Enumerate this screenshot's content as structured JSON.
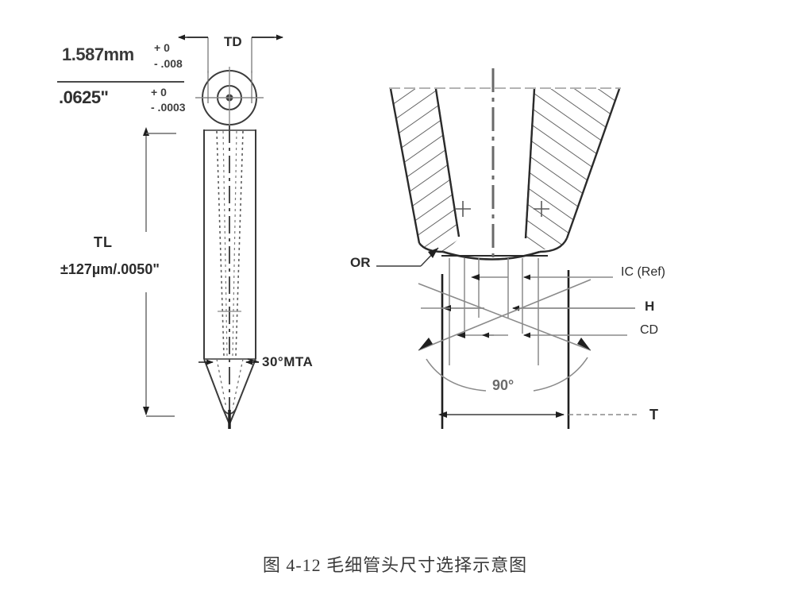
{
  "figure": {
    "caption": "图 4-12 毛细管头尺寸选择示意图",
    "title_id": "图 4-12",
    "colors": {
      "line": "#3b3b3b",
      "line_dark": "#1f1f1f",
      "hatch": "#4a4a4a",
      "faint": "#8a8a8a",
      "background": "#ffffff",
      "text": "#2b2b2b"
    }
  },
  "left_view": {
    "name": "capillary-side-view",
    "dimension_stack": {
      "numerator_value": "1.587mm",
      "numerator_tol_plus": "+ 0",
      "numerator_tol_minus": "- .008",
      "denominator_value": ".0625\"",
      "denominator_tol_plus": "+ 0",
      "denominator_tol_minus": "- .0003"
    },
    "labels": {
      "td": "TD",
      "tl": "TL",
      "tl_tolerance": "±127µm/.0050\"",
      "tip_angle": "30°MTA"
    }
  },
  "right_view": {
    "name": "capillary-tip-detail",
    "labels": {
      "or": "OR",
      "ic": "IC (Ref)",
      "h": "H",
      "cd": "CD",
      "t": "T",
      "included_angle": "90°"
    }
  }
}
